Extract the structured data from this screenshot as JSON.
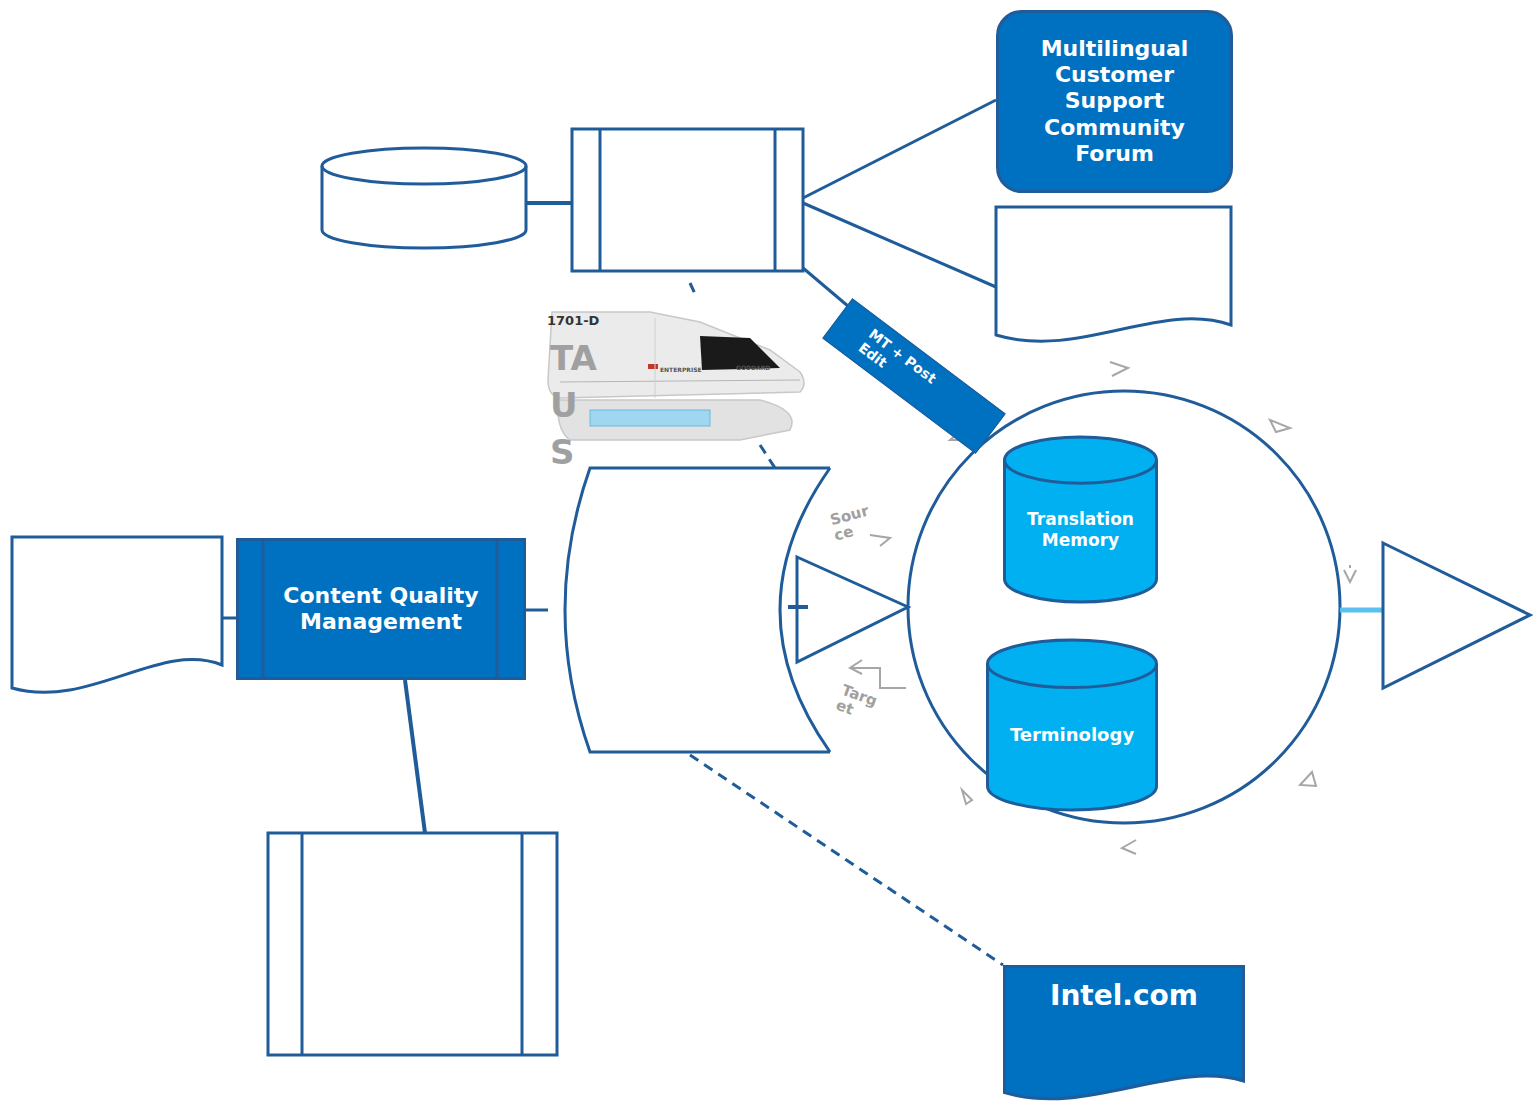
{
  "diagram": {
    "nodes": [
      {
        "text": [
          "Multilingual Customer Support Community Forum"
        ]
      },
      {
        "text": [
          "Translation Memory"
        ]
      },
      {
        "text": [
          "Content Quality Management"
        ]
      },
      {
        "text": [
          "Terminology"
        ]
      },
      {
        "text": [
          "Intel.com"
        ]
      }
    ],
    "labels": [
      "MT + Post Edit",
      "1701-D",
      "GODDARD",
      "ENTERPRISE",
      "TA U S",
      "Sour ce",
      "Targ et"
    ]
  }
}
